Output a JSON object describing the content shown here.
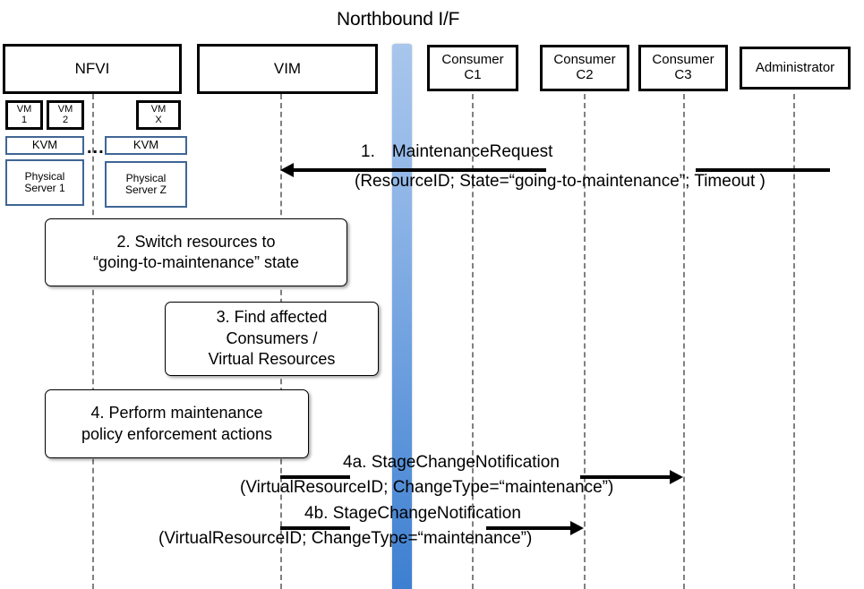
{
  "diagram": {
    "title": "Northbound I/F",
    "type": "uml-sequence-diagram"
  },
  "colors": {
    "northbound_bar_top": "#a8c6ec",
    "northbound_bar_bottom": "#3d7fd1",
    "actor_border": "#000000",
    "infra_border": "#3f6694",
    "lifeline": "#808080",
    "arrow": "#000000"
  },
  "actors": [
    {
      "id": "nfvi",
      "label": "NFVI"
    },
    {
      "id": "vim",
      "label": "VIM"
    },
    {
      "id": "consumer_c1",
      "label": "Consumer\nC1",
      "line1": "Consumer",
      "line2": "C1"
    },
    {
      "id": "consumer_c2",
      "label": "Consumer\nC2",
      "line1": "Consumer",
      "line2": "C2"
    },
    {
      "id": "consumer_c3",
      "label": "Consumer\nC3",
      "line1": "Consumer",
      "line2": "C3"
    },
    {
      "id": "administrator",
      "label": "Administrator"
    }
  ],
  "infrastructure": {
    "ellipsis": "...",
    "hosts": [
      {
        "id": "host-1",
        "vms": [
          {
            "line1": "VM",
            "line2": "1"
          },
          {
            "line1": "VM",
            "line2": "2"
          }
        ],
        "hypervisor": "KVM",
        "server_line1": "Physical",
        "server_line2": "Server 1"
      },
      {
        "id": "host-z",
        "vms": [
          {
            "line1": "VM",
            "line2": "X"
          }
        ],
        "hypervisor": "KVM",
        "server_line1": "Physical",
        "server_line2": "Server Z"
      }
    ]
  },
  "steps": [
    {
      "id": "step-1",
      "number": "1.",
      "kind": "message",
      "name": "MaintenanceRequest",
      "label_line1": "1. MaintenanceRequest",
      "label_line2": "(ResourceID; State=“going-to-maintenance”; Timeout )",
      "from": "administrator",
      "to": "vim",
      "direction": "left"
    },
    {
      "id": "step-2",
      "number": "2.",
      "kind": "note",
      "label_line1": "2. Switch resources to",
      "label_line2": "“going-to-maintenance” state"
    },
    {
      "id": "step-3",
      "number": "3.",
      "kind": "note",
      "label_line1": "3. Find affected",
      "label_line2": "Consumers /",
      "label_line3": "Virtual Resources"
    },
    {
      "id": "step-4",
      "number": "4.",
      "kind": "note",
      "label_line1": "4. Perform maintenance",
      "label_line2": "policy enforcement actions"
    },
    {
      "id": "step-4a",
      "number": "4a.",
      "kind": "message",
      "name": "StageChangeNotification",
      "label_line1": "4a. StageChangeNotification",
      "label_line2": "(VirtualResourceID; ChangeType=“maintenance”)",
      "from": "vim",
      "to": "consumer_c3",
      "direction": "right"
    },
    {
      "id": "step-4b",
      "number": "4b.",
      "kind": "message",
      "name": "StageChangeNotification",
      "label_line1": "4b. StageChangeNotification",
      "label_line2": "(VirtualResourceID; ChangeType=“maintenance”)",
      "from": "vim",
      "to": "consumer_c2",
      "direction": "right"
    }
  ]
}
